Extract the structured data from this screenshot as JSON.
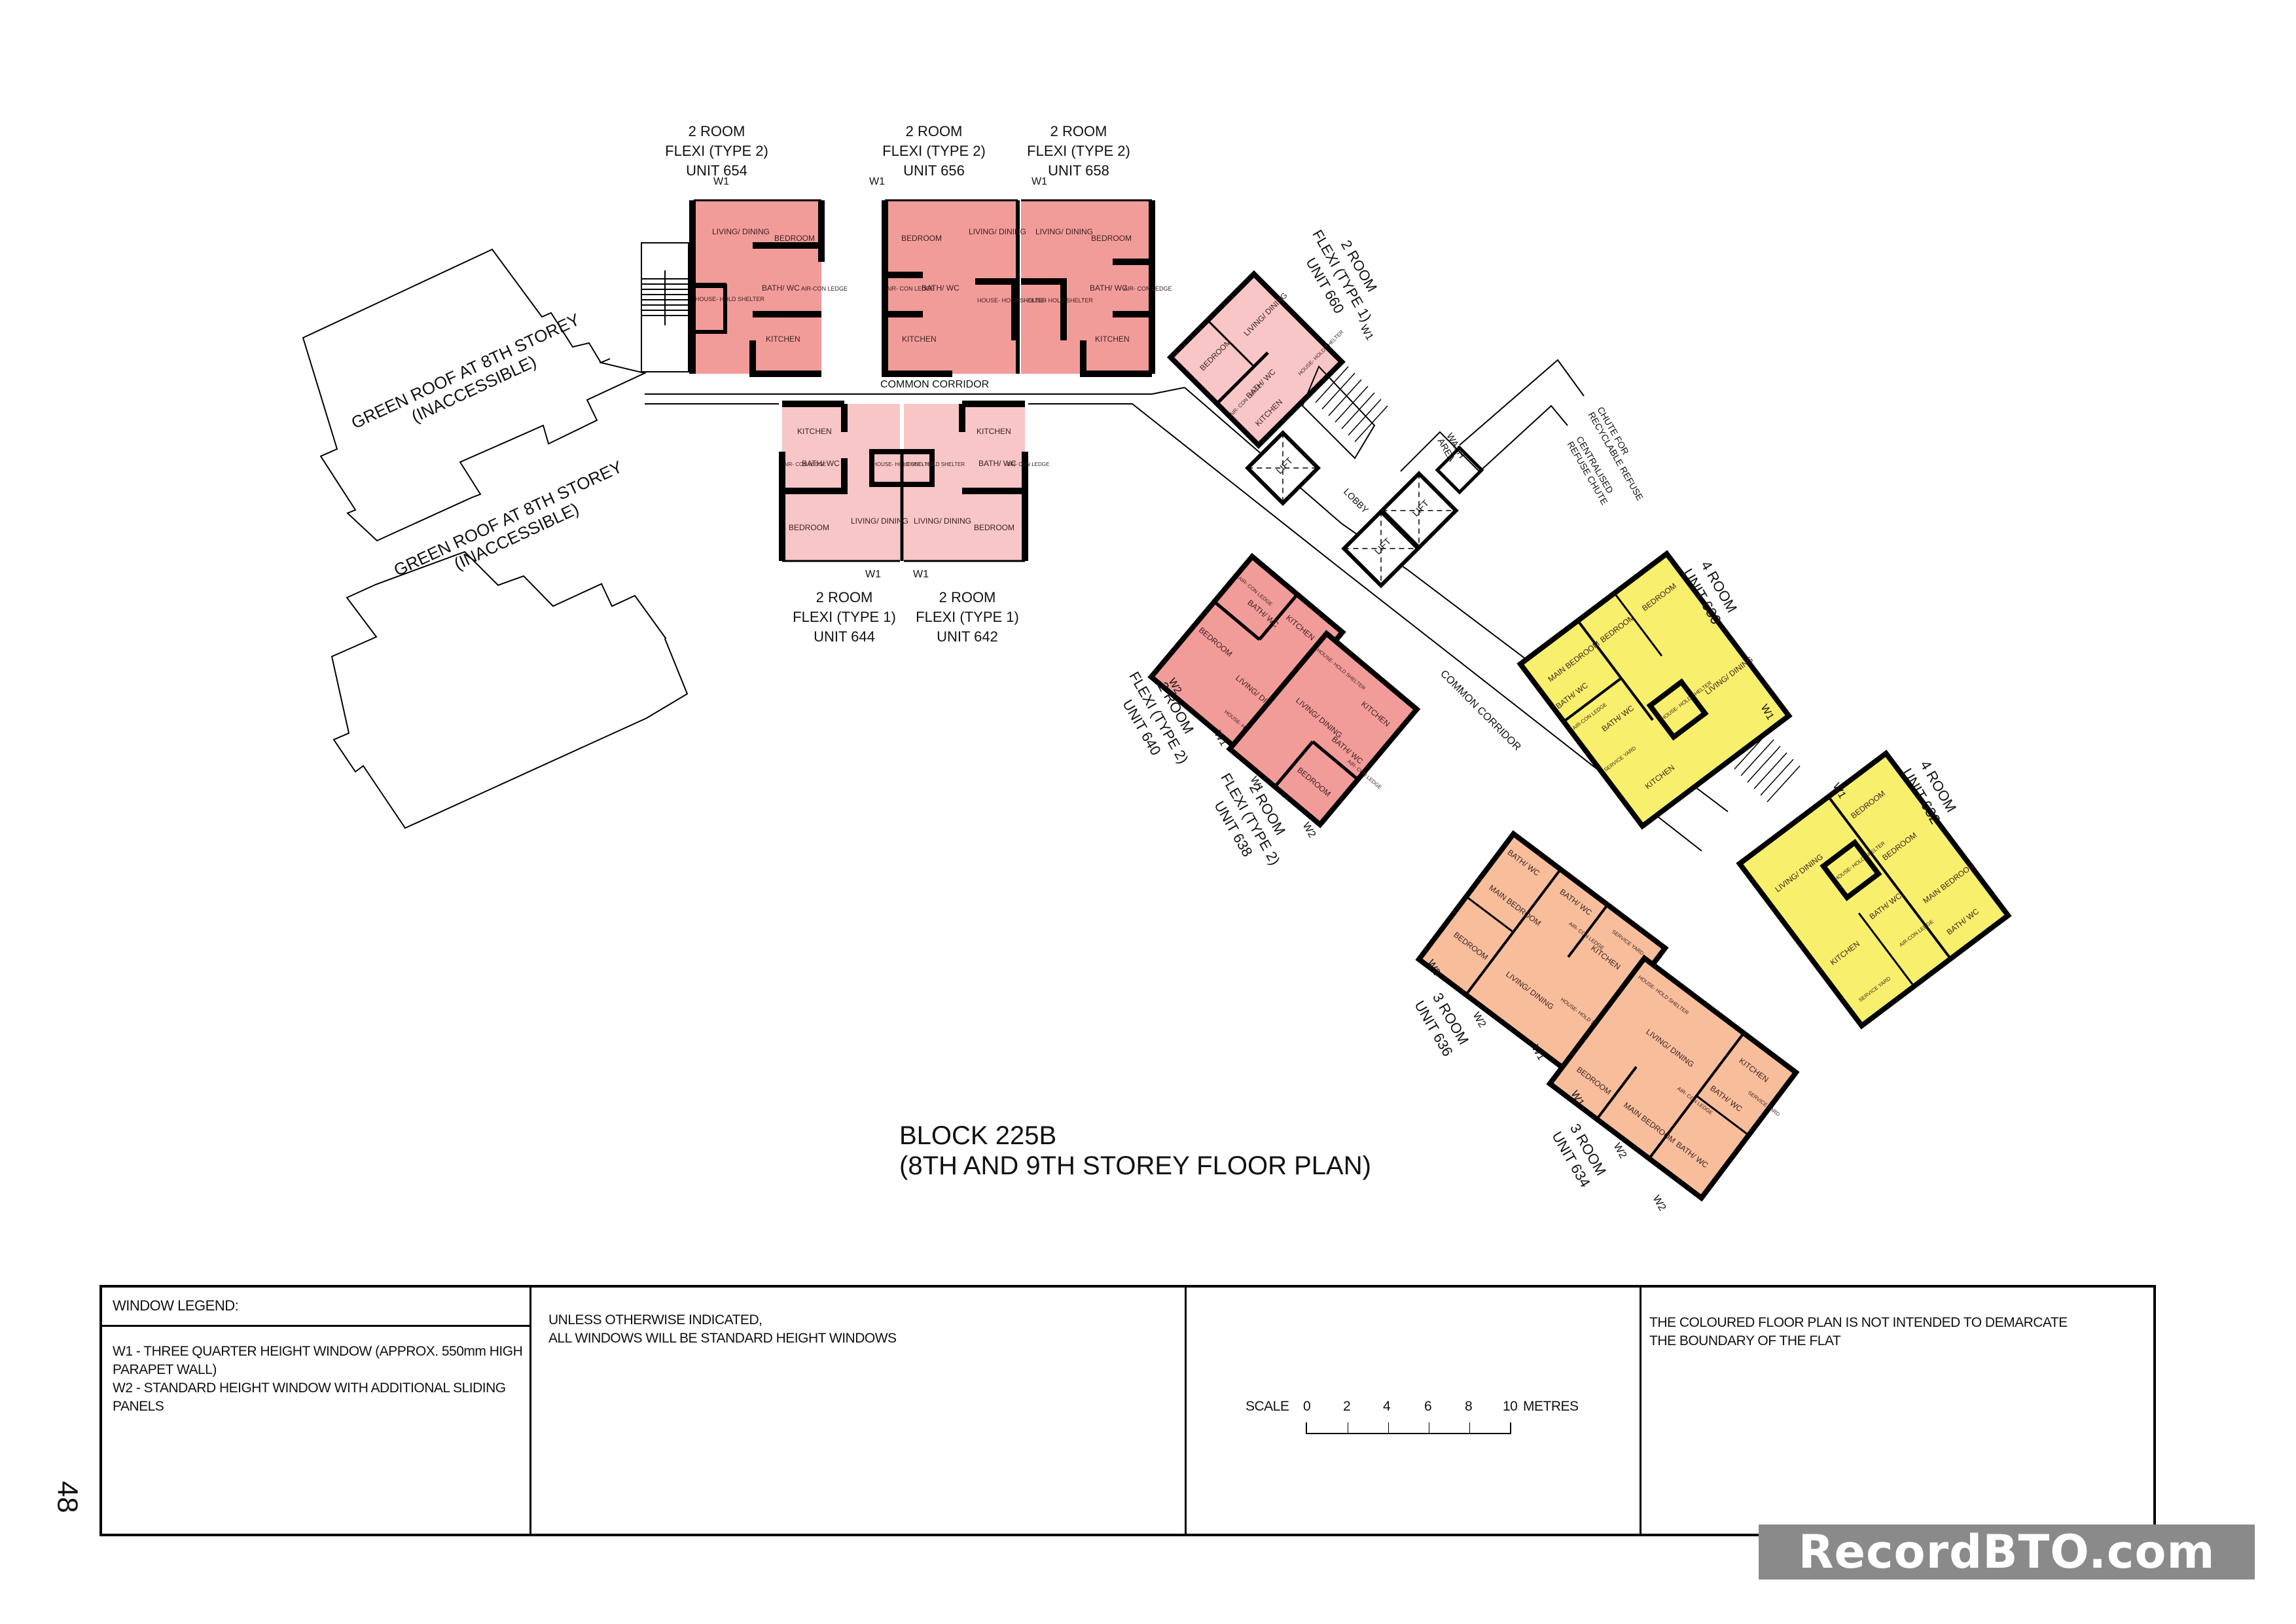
{
  "page": {
    "page_number": "48",
    "title_line1": "BLOCK 225B",
    "title_line2": "(8TH AND 9TH STOREY FLOOR PLAN)",
    "watermark": "RecordBTO.com"
  },
  "colors": {
    "two_room_type1": "#F8C6C6",
    "two_room_type2": "#F29C9A",
    "three_room": "#F8BE9C",
    "four_room": "#F8F06C",
    "walls": "#000000",
    "watermark_bg": "#8A8A8A"
  },
  "areas": {
    "green_roof_1": [
      "GREEN ROOF AT 8TH STOREY",
      "(INACCESSIBLE)"
    ],
    "green_roof_2": [
      "GREEN ROOF AT 8TH STOREY",
      "(INACCESSIBLE)"
    ],
    "common_corridor_1": "COMMON CORRIDOR",
    "common_corridor_2": "COMMON CORRIDOR",
    "lobby": "LOBBY",
    "lift": "LIFT",
    "wash_area": [
      "WASH",
      "AREA"
    ],
    "chute_recyclable": [
      "CHUTE FOR",
      "RECYCLABLE REFUSE"
    ],
    "chute_centralised": [
      "CENTRALISED",
      "REFUSE CHUTE"
    ]
  },
  "units": [
    {
      "id": "654",
      "type": "2 ROOM",
      "subtype": "FLEXI (TYPE 2)",
      "label": "UNIT 654",
      "window": "W1",
      "rooms": [
        "LIVING/ DINING",
        "BEDROOM",
        "BATH/ WC",
        "AIR-CON LEDGE",
        "HOUSE- HOLD SHELTER",
        "KITCHEN"
      ]
    },
    {
      "id": "656",
      "type": "2 ROOM",
      "subtype": "FLEXI (TYPE 2)",
      "label": "UNIT 656",
      "window": "W1",
      "rooms": [
        "BEDROOM",
        "LIVING/ DINING",
        "AIR- CON LEDGE",
        "BATH/ WC",
        "HOUSE- HOLD SHELTER",
        "KITCHEN"
      ]
    },
    {
      "id": "658",
      "type": "2 ROOM",
      "subtype": "FLEXI (TYPE 2)",
      "label": "UNIT 658",
      "window": "W1",
      "rooms": [
        "LIVING/ DINING",
        "BEDROOM",
        "BATH/ WC",
        "AIR- CON LEDGE",
        "HOUSE- HOLD SHELTER",
        "KITCHEN"
      ]
    },
    {
      "id": "660",
      "type": "2 ROOM",
      "subtype": "FLEXI (TYPE 1)",
      "label": "UNIT 660",
      "window": "W1",
      "rooms": [
        "BEDROOM",
        "LIVING/ DINING",
        "BATH/ WC",
        "AIR- CON LEDGE",
        "KITCHEN",
        "HOUSE- HOLD SHELTER"
      ]
    },
    {
      "id": "644",
      "type": "2 ROOM",
      "subtype": "FLEXI (TYPE 1)",
      "label": "UNIT 644",
      "window": "W1",
      "rooms": [
        "KITCHEN",
        "AIR- CON LEDGE",
        "BATH/ WC",
        "HOUSE- HOLD SHELTER",
        "BEDROOM",
        "LIVING/ DINING"
      ]
    },
    {
      "id": "642",
      "type": "2 ROOM",
      "subtype": "FLEXI (TYPE 1)",
      "label": "UNIT 642",
      "window": "W1",
      "rooms": [
        "KITCHEN",
        "AIR- CON LEDGE",
        "BATH/ WC",
        "HOUSE- HOLD SHELTER",
        "LIVING/ DINING",
        "BEDROOM"
      ]
    },
    {
      "id": "640",
      "type": "2 ROOM",
      "subtype": "FLEXI (TYPE 2)",
      "label": "UNIT 640",
      "windows": [
        "W2",
        "W1"
      ],
      "rooms": [
        "KITCHEN",
        "AIR- CON LEDGE",
        "BATH/ WC",
        "BEDROOM",
        "LIVING/ DINING",
        "HOUSE- HOLD SHELTER"
      ]
    },
    {
      "id": "638",
      "type": "2 ROOM",
      "subtype": "FLEXI (TYPE 2)",
      "label": "UNIT 638",
      "windows": [
        "W1",
        "W2"
      ],
      "rooms": [
        "HOUSE- HOLD SHELTER",
        "LIVING/ DINING",
        "KITCHEN",
        "BATH/ WC",
        "AIR- CON LEDGE",
        "BEDROOM"
      ]
    },
    {
      "id": "630",
      "type": "4 ROOM",
      "label": "UNIT 630",
      "window": "W1",
      "rooms": [
        "MAIN BEDROOM",
        "BATH/ WC",
        "BEDROOM",
        "BEDROOM",
        "AIR-CON LEDGE",
        "BATH/ WC",
        "SERVICE YARD",
        "HOUSE- HOLD SHELTER",
        "KITCHEN",
        "LIVING/ DINING"
      ]
    },
    {
      "id": "632",
      "type": "4 ROOM",
      "label": "UNIT 632",
      "window": "W1",
      "rooms": [
        "LIVING/ DINING",
        "BEDROOM",
        "BEDROOM",
        "HOUSE- HOLD SHELTER",
        "KITCHEN",
        "BATH/ WC",
        "MAIN BEDROOM",
        "SERVICE YARD",
        "AIR-CON LEDGE",
        "BATH/ WC"
      ]
    },
    {
      "id": "636",
      "type": "3 ROOM",
      "label": "UNIT 636",
      "windows": [
        "W2",
        "W2",
        "W1"
      ],
      "rooms": [
        "SERVICE YARD",
        "KITCHEN",
        "BATH/ WC",
        "AIR- CON LEDGE",
        "BATH/ WC",
        "MAIN BEDROOM",
        "BEDROOM",
        "LIVING/ DINING",
        "HOUSE- HOLD SHELTER"
      ]
    },
    {
      "id": "634",
      "type": "3 ROOM",
      "label": "UNIT 634",
      "windows": [
        "W1",
        "W2",
        "W2"
      ],
      "rooms": [
        "HOUSE- HOLD SHELTER",
        "LIVING/ DINING",
        "KITCHEN",
        "SERVICE YARD",
        "BATH/ WC",
        "AIR- CON LEDGE",
        "BEDROOM",
        "MAIN BEDROOM",
        "BATH/ WC"
      ]
    }
  ],
  "legend": {
    "window_legend_title": "WINDOW LEGEND:",
    "w1_line1": "W1 -  THREE QUARTER HEIGHT WINDOW (APPROX. 550mm HIGH",
    "w1_line2": "PARAPET WALL)",
    "w2_line": "W2 - STANDARD HEIGHT WINDOW WITH ADDITIONAL SLIDING PANELS",
    "note_line1": "UNLESS OTHERWISE INDICATED,",
    "note_line2": "ALL WINDOWS WILL BE STANDARD HEIGHT WINDOWS",
    "disclaimer_line1": "THE COLOURED FLOOR PLAN IS NOT INTENDED TO DEMARCATE",
    "disclaimer_line2": "THE BOUNDARY OF THE FLAT"
  },
  "scale_bar": {
    "label": "SCALE",
    "ticks": [
      "0",
      "2",
      "4",
      "6",
      "8",
      "10"
    ],
    "unit": "METRES"
  }
}
